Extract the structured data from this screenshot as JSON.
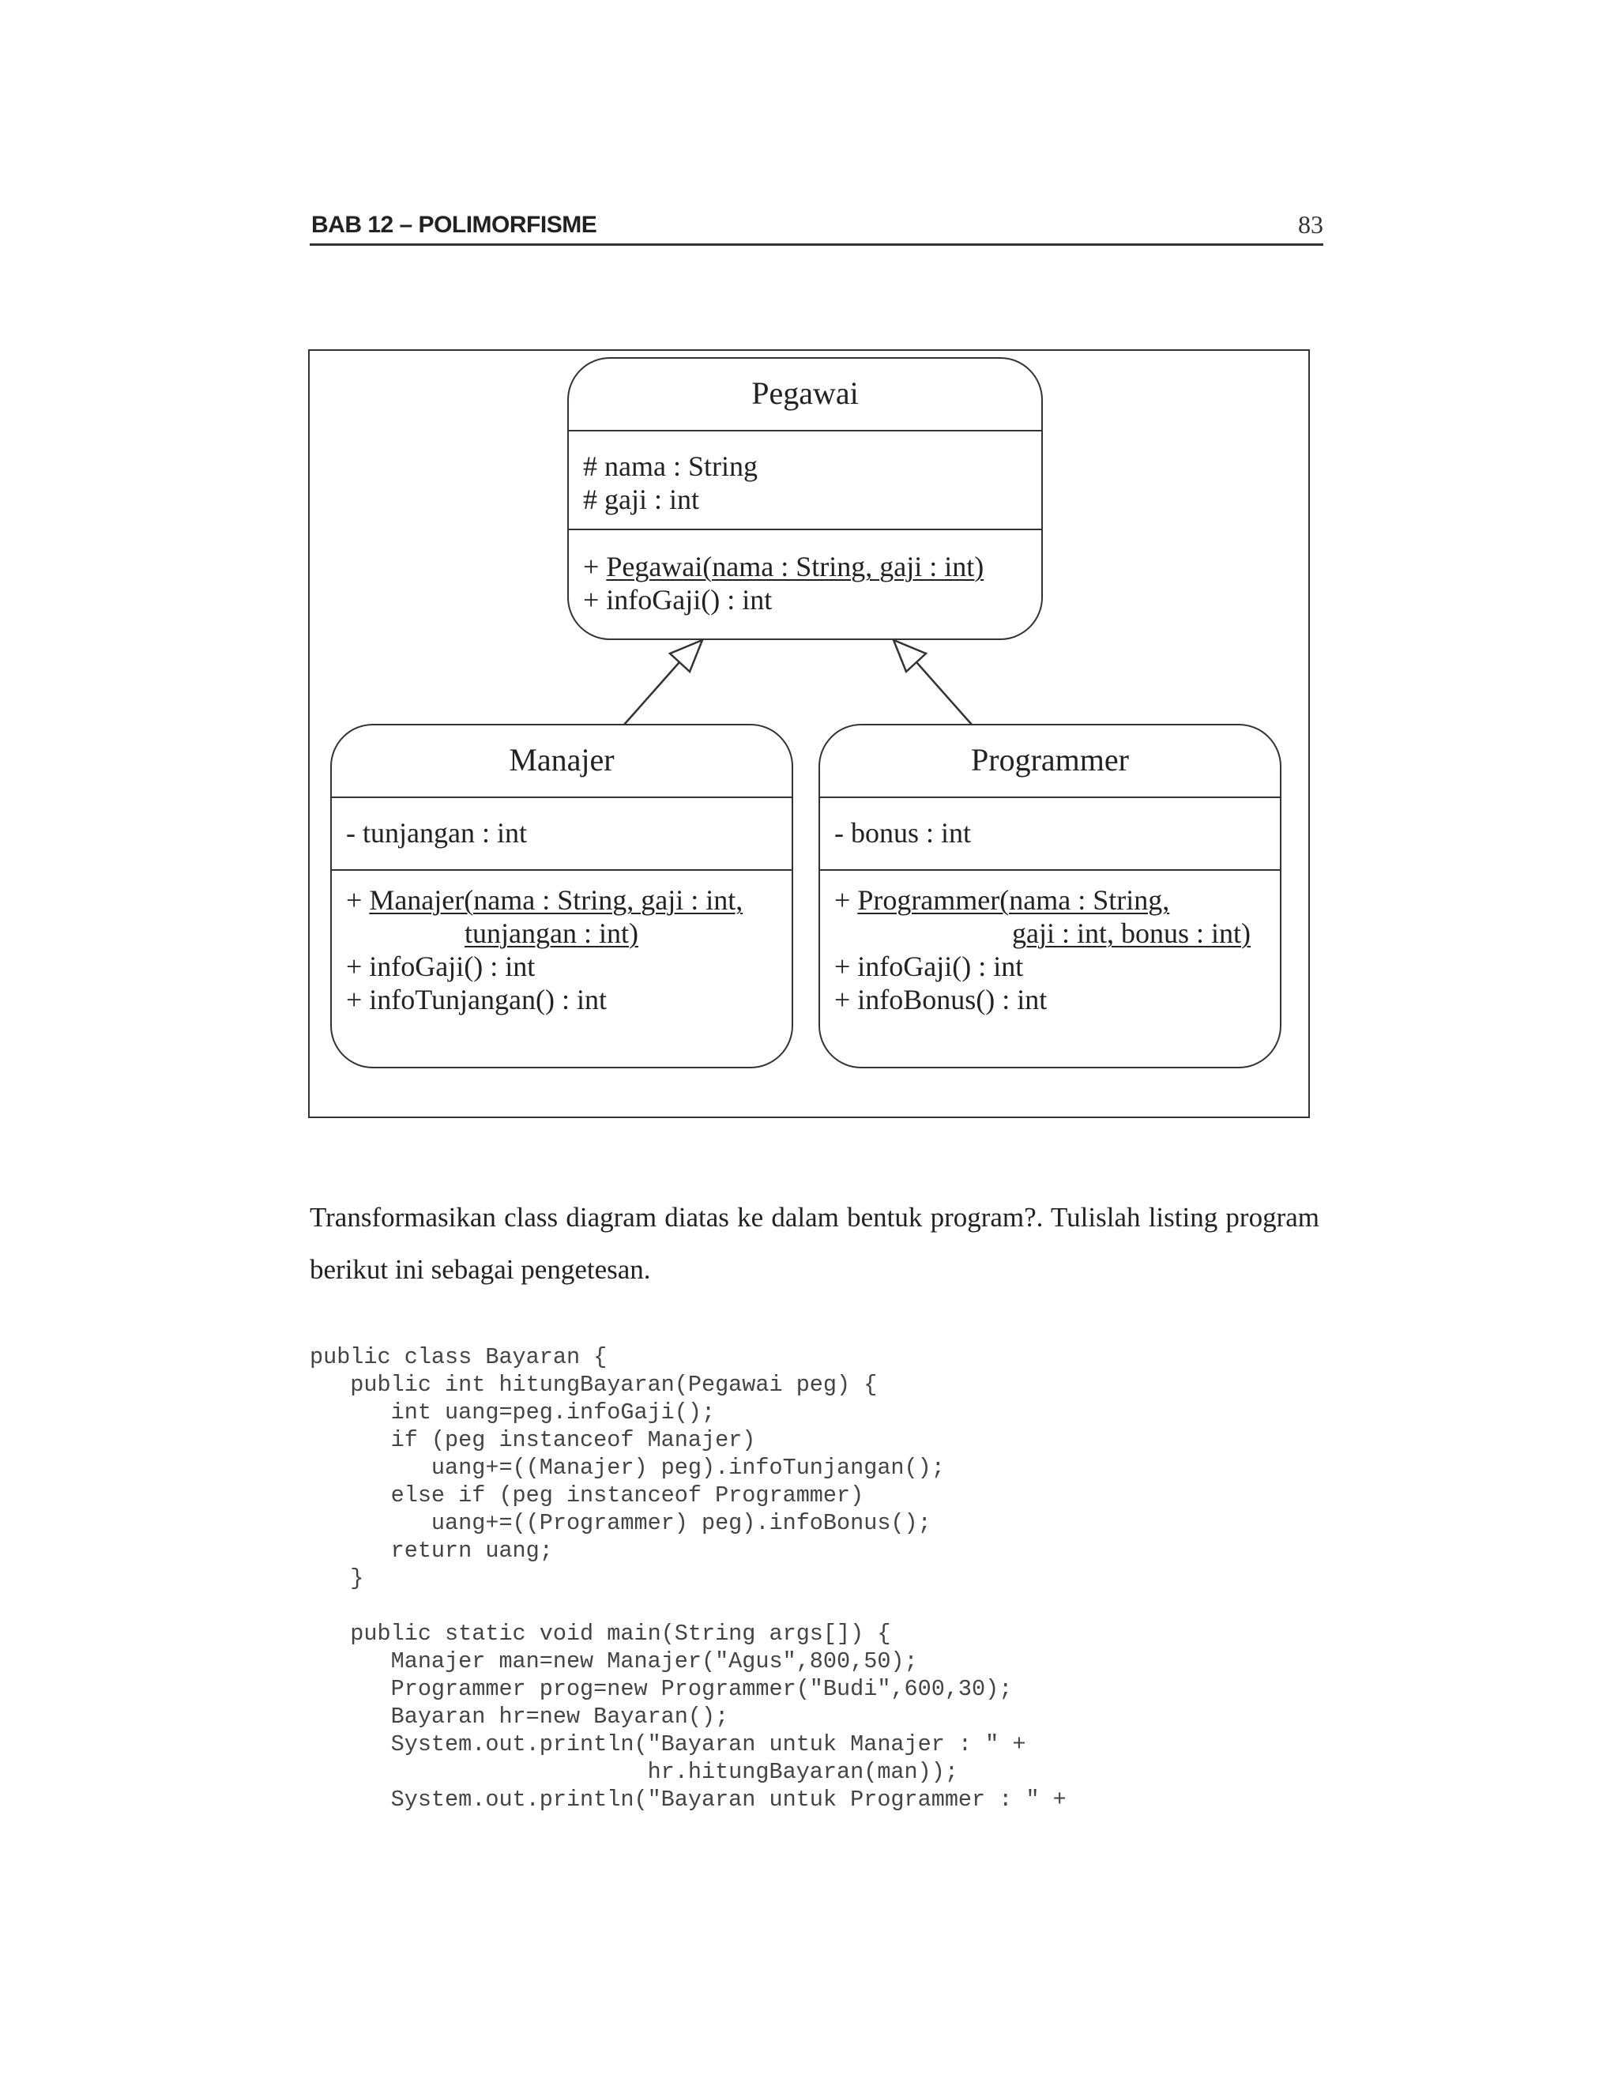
{
  "header": {
    "title": "BAB 12 – POLIMORFISME",
    "page_number": "83"
  },
  "diagram": {
    "parent": {
      "name": "Pegawai",
      "attributes": [
        "# nama : String",
        "# gaji : int"
      ],
      "constructor_prefix": "+ ",
      "constructor": "Pegawai(nama : String, gaji : int)",
      "methods": [
        "+ infoGaji() : int"
      ]
    },
    "manajer": {
      "name": "Manajer",
      "attributes": [
        "- tunjangan : int"
      ],
      "constructor_prefix": "+ ",
      "constructor_line1": "Manajer(nama : String, gaji : int,",
      "constructor_line2": "tunjangan : int)",
      "methods": [
        "+ infoGaji() : int",
        "+ infoTunjangan() : int"
      ]
    },
    "programmer": {
      "name": "Programmer",
      "attributes": [
        "- bonus : int"
      ],
      "constructor_prefix": "+ ",
      "constructor_line1": "Programmer(nama : String,",
      "constructor_line2": "gaji : int, bonus : int)",
      "methods": [
        "+ infoGaji() : int",
        "+ infoBonus() : int"
      ]
    }
  },
  "paragraph": "Transformasikan class diagram diatas ke dalam bentuk program?. Tulislah listing program berikut ini sebagai pengetesan.",
  "code": [
    "public class Bayaran {",
    "   public int hitungBayaran(Pegawai peg) {",
    "      int uang=peg.infoGaji();",
    "      if (peg instanceof Manajer)",
    "         uang+=((Manajer) peg).infoTunjangan();",
    "      else if (peg instanceof Programmer)",
    "         uang+=((Programmer) peg).infoBonus();",
    "      return uang;",
    "   }",
    "",
    "   public static void main(String args[]) {",
    "      Manajer man=new Manajer(\"Agus\",800,50);",
    "      Programmer prog=new Programmer(\"Budi\",600,30);",
    "      Bayaran hr=new Bayaran();",
    "      System.out.println(\"Bayaran untuk Manajer : \" +",
    "                         hr.hitungBayaran(man));",
    "      System.out.println(\"Bayaran untuk Programmer : \" +"
  ]
}
